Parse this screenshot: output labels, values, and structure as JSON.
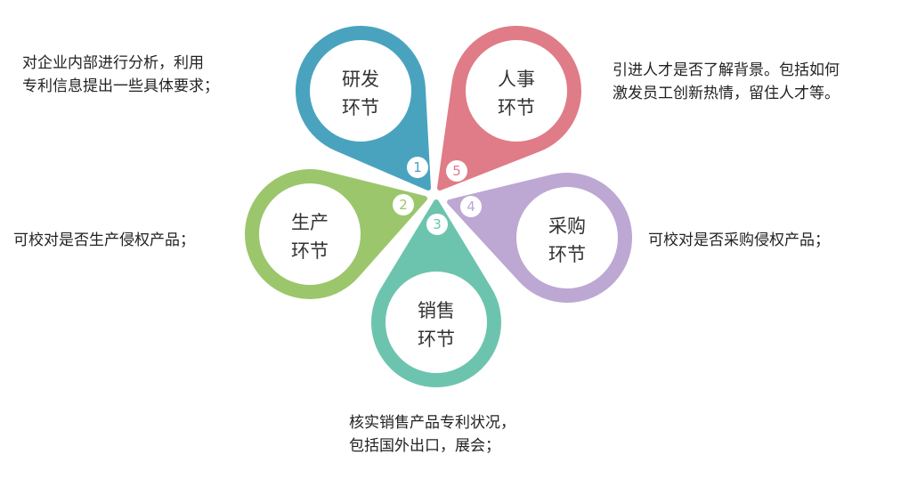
{
  "petals": [
    {
      "num": "1",
      "line1": "研发",
      "line2": "环节",
      "color": "#4aa3be"
    },
    {
      "num": "2",
      "line1": "生产",
      "line2": "环节",
      "color": "#9cc66b"
    },
    {
      "num": "3",
      "line1": "销售",
      "line2": "环节",
      "color": "#6dc4ae"
    },
    {
      "num": "4",
      "line1": "采购",
      "line2": "环节",
      "color": "#bca8d2"
    },
    {
      "num": "5",
      "line1": "人事",
      "line2": "环节",
      "color": "#df7c87"
    }
  ],
  "descriptions": {
    "rd": [
      "对企业内部进行分析，利用",
      "专利信息提出一些具体要求；"
    ],
    "hr": [
      "引进人才是否了解背景。包括如何",
      "激发员工创新热情，留住人才等。"
    ],
    "production": [
      "可校对是否生产侵权产品；"
    ],
    "purchase": [
      "可校对是否采购侵权产品；"
    ],
    "sales": [
      "核实销售产品专利状况，",
      "包括国外出口，展会；"
    ]
  }
}
